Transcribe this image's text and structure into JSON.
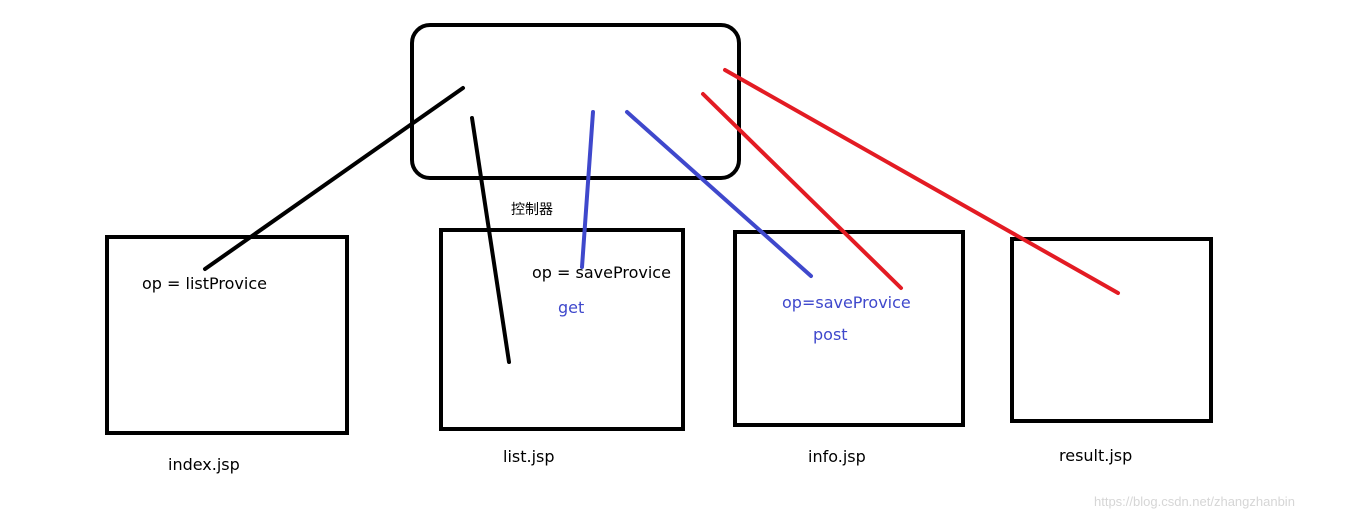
{
  "controller": {
    "label": "控制器"
  },
  "pages": [
    {
      "file": "index.jsp",
      "annotation": "op = listProvice"
    },
    {
      "file": "list.jsp",
      "annotation": "op = saveProvice",
      "method": "get"
    },
    {
      "file": "info.jsp",
      "annotation": "op=saveProvice",
      "method": "post"
    },
    {
      "file": "result.jsp"
    }
  ],
  "watermark": "https://blog.csdn.net/zhangzhanbin",
  "colors": {
    "box_stroke": "#000000",
    "line_black": "#000000",
    "line_blue": "#3f48cc",
    "line_red": "#e31b23",
    "blue_text": "#3f48cc",
    "watermark": "#d6d6d6"
  }
}
